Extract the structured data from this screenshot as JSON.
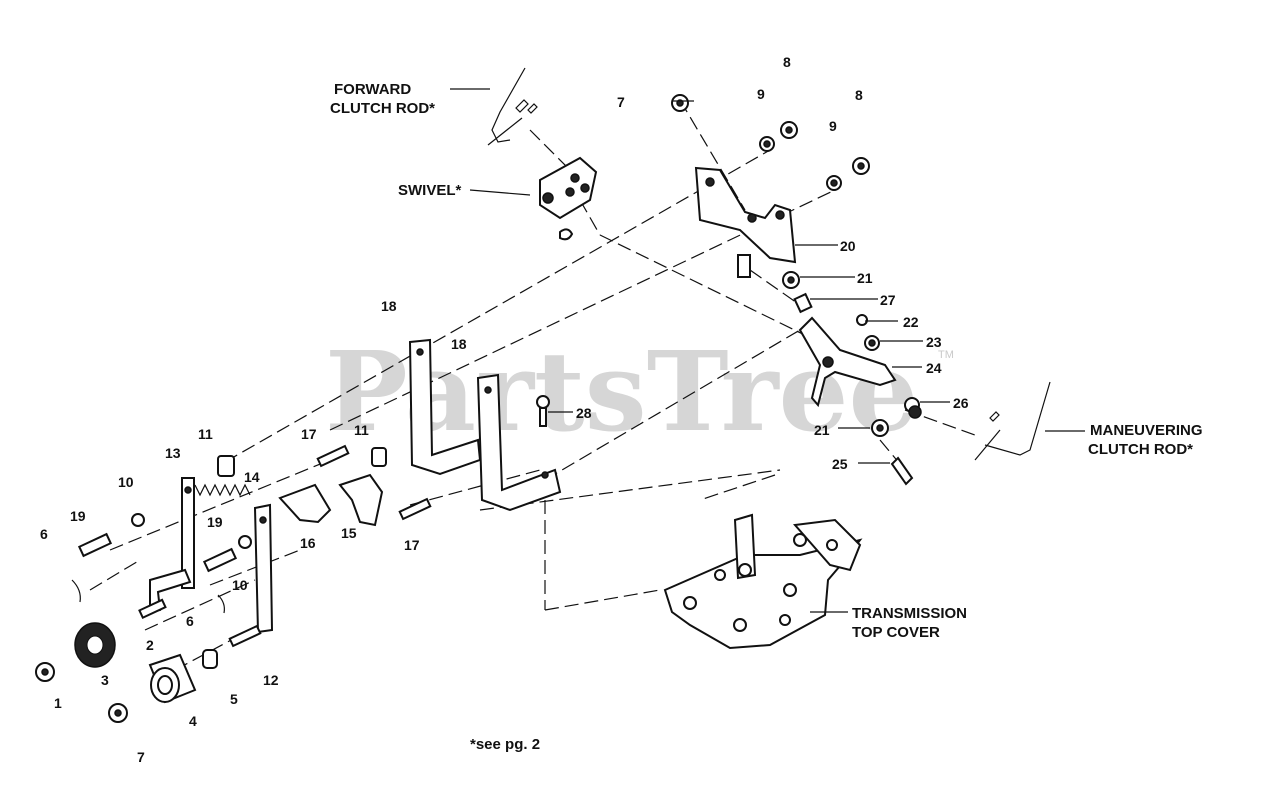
{
  "watermark": {
    "text": "PartsTree",
    "tm": "TM"
  },
  "labels": {
    "forward_clutch_rod": [
      "FORWARD",
      "CLUTCH ROD*"
    ],
    "swivel": "SWIVEL*",
    "maneuvering_clutch_rod": [
      "MANEUVERING",
      "CLUTCH ROD*"
    ],
    "transmission_top_cover": [
      "TRANSMISSION",
      "TOP COVER"
    ],
    "footnote": "*see pg. 2"
  },
  "callouts": [
    {
      "id": "c1",
      "text": "1"
    },
    {
      "id": "c2",
      "text": "2"
    },
    {
      "id": "c3",
      "text": "3"
    },
    {
      "id": "c4",
      "text": "4"
    },
    {
      "id": "c5",
      "text": "5"
    },
    {
      "id": "c6a",
      "text": "6"
    },
    {
      "id": "c6b",
      "text": "6"
    },
    {
      "id": "c7a",
      "text": "7"
    },
    {
      "id": "c7b",
      "text": "7"
    },
    {
      "id": "c8a",
      "text": "8"
    },
    {
      "id": "c8b",
      "text": "8"
    },
    {
      "id": "c9a",
      "text": "9"
    },
    {
      "id": "c9b",
      "text": "9"
    },
    {
      "id": "c10a",
      "text": "10"
    },
    {
      "id": "c10b",
      "text": "10"
    },
    {
      "id": "c11a",
      "text": "11"
    },
    {
      "id": "c11b",
      "text": "11"
    },
    {
      "id": "c12",
      "text": "12"
    },
    {
      "id": "c13",
      "text": "13"
    },
    {
      "id": "c14",
      "text": "14"
    },
    {
      "id": "c15",
      "text": "15"
    },
    {
      "id": "c16",
      "text": "16"
    },
    {
      "id": "c17a",
      "text": "17"
    },
    {
      "id": "c17b",
      "text": "17"
    },
    {
      "id": "c18a",
      "text": "18"
    },
    {
      "id": "c18b",
      "text": "18"
    },
    {
      "id": "c19a",
      "text": "19"
    },
    {
      "id": "c19b",
      "text": "19"
    },
    {
      "id": "c20",
      "text": "20"
    },
    {
      "id": "c21a",
      "text": "21"
    },
    {
      "id": "c21b",
      "text": "21"
    },
    {
      "id": "c22",
      "text": "22"
    },
    {
      "id": "c23",
      "text": "23"
    },
    {
      "id": "c24",
      "text": "24"
    },
    {
      "id": "c25",
      "text": "25"
    },
    {
      "id": "c26",
      "text": "26"
    },
    {
      "id": "c27",
      "text": "27"
    },
    {
      "id": "c28",
      "text": "28"
    }
  ]
}
